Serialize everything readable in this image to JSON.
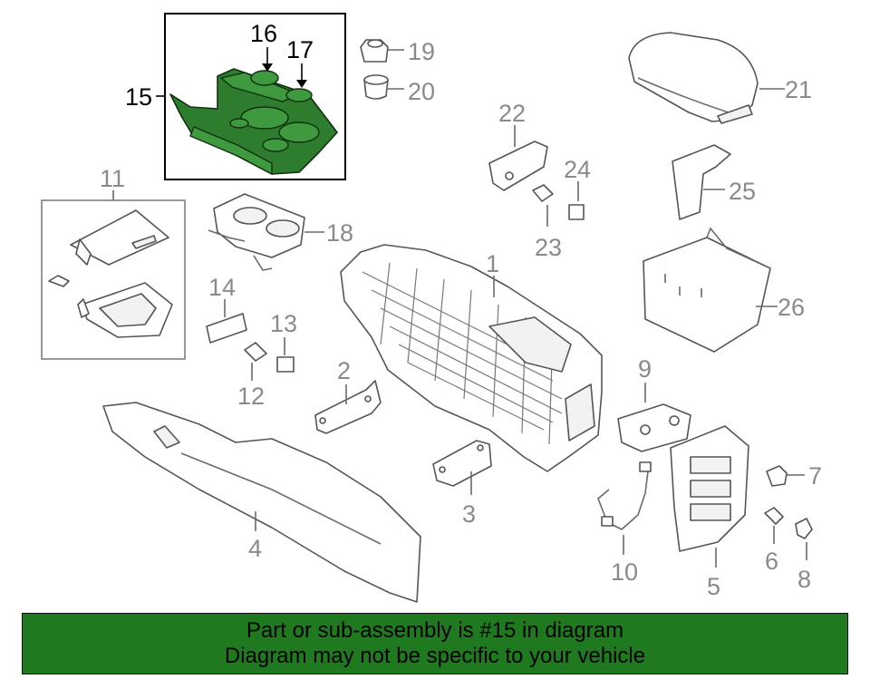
{
  "callouts": {
    "c1": "1",
    "c2": "2",
    "c3": "3",
    "c4": "4",
    "c5": "5",
    "c6": "6",
    "c7": "7",
    "c8": "8",
    "c9": "9",
    "c10": "10",
    "c11": "11",
    "c12": "12",
    "c13": "13",
    "c14": "14",
    "c15": "15",
    "c16": "16",
    "c17": "17",
    "c18": "18",
    "c19": "19",
    "c20": "20",
    "c21": "21",
    "c22": "22",
    "c23": "23",
    "c24": "24",
    "c25": "25",
    "c26": "26"
  },
  "banner": {
    "line1": "Part or sub-assembly is #15 in diagram",
    "line2": "Diagram may not be specific to your vehicle"
  },
  "colors": {
    "highlight": "#2e7d2e",
    "banner": "#1f7a1f",
    "label": "#8a8a8a"
  }
}
